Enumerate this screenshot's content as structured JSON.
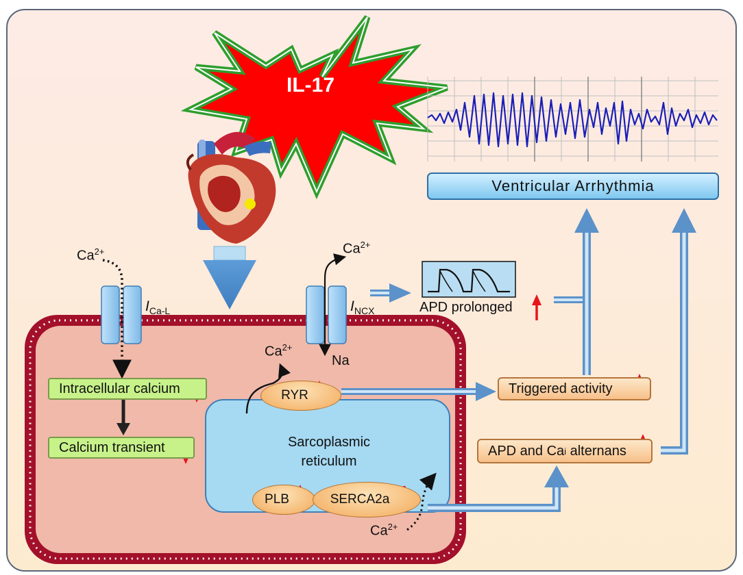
{
  "title_burst": "IL-17",
  "outcome": "Ventricular Arrhythmia",
  "ion_calcium_label": "Ca",
  "ion_calcium_charge": "2+",
  "sodium_label": "Na",
  "channel_ca_l": {
    "symbol": "I",
    "subscript": "Ca-L"
  },
  "channel_ncx": {
    "symbol": "I",
    "subscript": "NCX"
  },
  "apd_prolonged": "APD prolonged",
  "intracellular_calcium": "Intracellular calcium",
  "calcium_transient": "Calcium transient",
  "sarcoplasmic_reticulum": [
    "Sarcoplasmic",
    "reticulum"
  ],
  "ryr": "RYR",
  "plb": "PLB",
  "serca2a": "SERCA2a",
  "triggered_activity": "Triggered activity",
  "apd_alternans": {
    "prefix": "APD and Ca",
    "subscript": "i",
    "suffix": " alternans"
  },
  "colors": {
    "increase_arrow": "#e8141b",
    "decrease_arrow": "#e8141b",
    "flow_arrow": "#5b92c9",
    "cell_membrane": "#a3102a",
    "sr_fill": "#a6d9f2",
    "ecg_trace": "#1a1fb8",
    "burst_fill": "#ff0000",
    "burst_outline": "#2e9e2e"
  }
}
